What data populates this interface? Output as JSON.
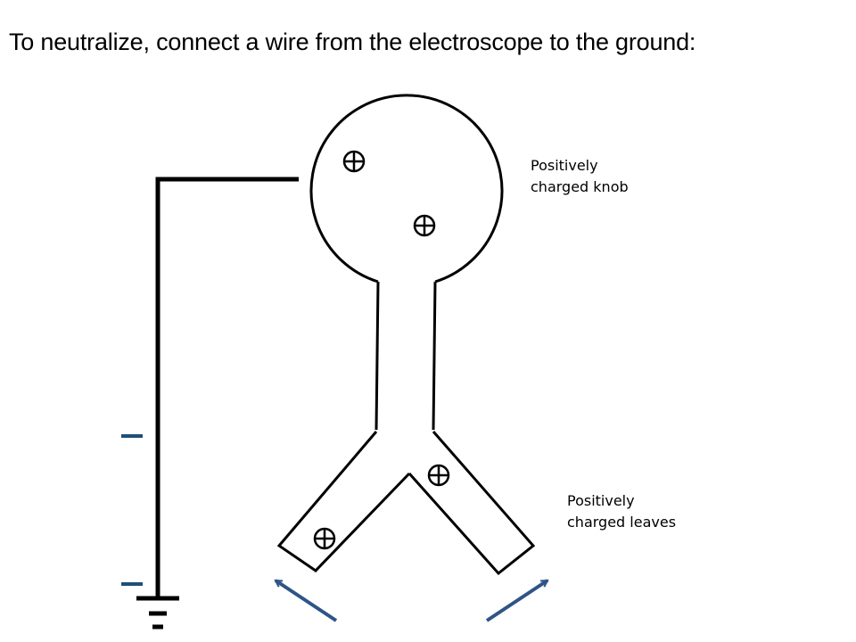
{
  "title": "To neutralize, connect a wire from the electroscope to the ground:",
  "labels": {
    "knob": {
      "line1": "Positively",
      "line2": "charged knob"
    },
    "leaves": {
      "line1": "Positively",
      "line2": "charged leaves"
    }
  },
  "colors": {
    "line": "#000000",
    "negative_charge": "#1f4e79",
    "arrow": "#2f5487"
  },
  "icons": [
    "positive-charge-icon",
    "negative-charge-icon",
    "ground-symbol-icon",
    "arrow-icon"
  ]
}
